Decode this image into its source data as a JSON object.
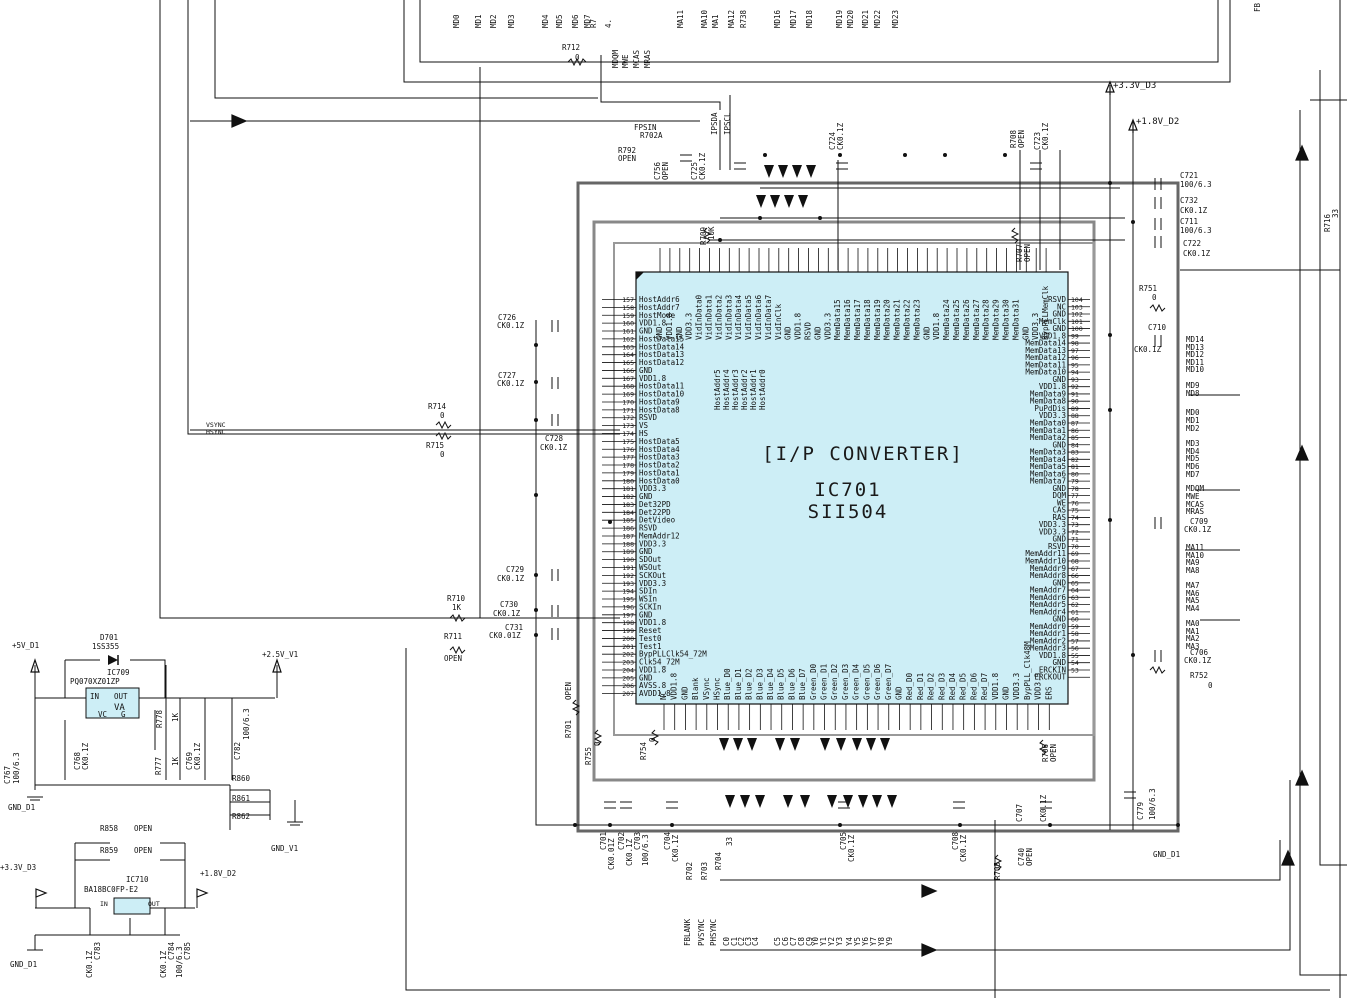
{
  "chip": {
    "title": "[I/P CONVERTER]",
    "ref": "IC701",
    "part": "SII504",
    "body_color": "#cdeef6",
    "pins_left_numbers": [
      "157",
      "158",
      "159",
      "160",
      "161",
      "162",
      "163",
      "164",
      "165",
      "166",
      "167",
      "168",
      "169",
      "170",
      "171",
      "172",
      "173",
      "174",
      "175",
      "176",
      "177",
      "178",
      "179",
      "180",
      "181",
      "182",
      "183",
      "184",
      "185",
      "186",
      "187",
      "188",
      "189",
      "190",
      "191",
      "192",
      "193",
      "194",
      "195",
      "196",
      "197",
      "198",
      "199",
      "200",
      "201",
      "202",
      "203",
      "204",
      "205",
      "206",
      "207",
      "208"
    ],
    "pins_left": [
      "HostAddr6",
      "HostAddr7",
      "HostMode",
      "VDD1.8",
      "GND",
      "HostData15",
      "HostData14",
      "HostData13",
      "HostData12",
      "GND",
      "VDD1.8",
      "HostData11",
      "HostData10",
      "HostData9",
      "HostData8",
      "RSVD",
      "VS",
      "HS",
      "HostData5",
      "HostData4",
      "HostData3",
      "HostData2",
      "HostData1",
      "HostData0",
      "VDD3.3",
      "GND",
      "Det32PD",
      "Det22PD",
      "DetVideo",
      "RSVD",
      "MemAddr12",
      "VDD3.3",
      "GND",
      "SDOut",
      "WSOut",
      "SCKOut",
      "VDD3.3",
      "SDIn",
      "WSIn",
      "SCKIn",
      "GND",
      "VDD1.8",
      "Reset",
      "Test0",
      "Test1",
      "BypPLLClk54_72M",
      "Clk54_72M",
      "VDD1.8",
      "GND",
      "AVSS.8",
      "AVDD1.8"
    ],
    "pins_right_numbers": [
      "104",
      "103",
      "102",
      "101",
      "100",
      "99",
      "98",
      "97",
      "96",
      "95",
      "94",
      "93",
      "92",
      "91",
      "90",
      "89",
      "88",
      "87",
      "86",
      "85",
      "84",
      "83",
      "82",
      "81",
      "80",
      "79",
      "78",
      "77",
      "76",
      "75",
      "74",
      "73",
      "72",
      "71",
      "70",
      "69",
      "68",
      "67",
      "66",
      "65",
      "64",
      "63",
      "62",
      "61",
      "60",
      "59",
      "58",
      "57",
      "56",
      "55",
      "54",
      "53"
    ],
    "pins_right": [
      "RSVD",
      "NC",
      "GND",
      "MemClk",
      "GND",
      "VDD1.8",
      "MemData14",
      "MemData13",
      "MemData12",
      "MemData11",
      "MemData10",
      "GND",
      "VDD1.8",
      "MemData9",
      "MemData8",
      "PuPdDis",
      "VDD3.3",
      "MemData0",
      "MemData1",
      "MemData2",
      "GND",
      "MemData3",
      "MemData4",
      "MemData5",
      "MemData6",
      "MemData7",
      "GND",
      "DQM",
      "WE",
      "CAS",
      "RAS",
      "VDD3.3",
      "VDD3.3",
      "GND",
      "RSVD",
      "MemAddr11",
      "MemAddr10",
      "MemAddr9",
      "MemAddr8",
      "GND",
      "MemAddr7",
      "MemAddr6",
      "MemAddr5",
      "MemAddr4",
      "GND",
      "MemAddr0",
      "MemAddr1",
      "MemAddr2",
      "MemAddr3",
      "VDD1.8",
      "GND",
      "ERCKIN",
      "ERCKOUT"
    ],
    "pins_top": [
      "GND",
      "VDD1.8",
      "GND",
      "VDD3.3",
      "VidInData0",
      "VidInData1",
      "VidInData2",
      "VidInData3",
      "VidInData4",
      "VidInData5",
      "VidInData6",
      "VidInData7",
      "VidInClk",
      "GND",
      "VDD1.8",
      "RSVD",
      "GND",
      "VDD3.3",
      "MemData15",
      "MemData16",
      "MemData17",
      "MemData18",
      "MemData19",
      "MemData20",
      "MemData21",
      "MemData22",
      "MemData23",
      "GND",
      "VDD1.8",
      "MemData24",
      "MemData25",
      "MemData26",
      "MemData27",
      "MemData28",
      "MemData29",
      "MemData30",
      "MemData31",
      "GND",
      "VDD3.3",
      "BypPLLMemClk"
    ],
    "pins_top_inner": [
      "HostAddr5",
      "HostAddr4",
      "HostAddr3",
      "HostAddr2",
      "HostAddr1",
      "HostAddr0"
    ],
    "pins_bottom": [
      "NC",
      "VDD1.8",
      "GND",
      "Blank",
      "VSync",
      "HSync",
      "Blue_D0",
      "Blue_D1",
      "Blue_D2",
      "Blue_D3",
      "Blue_D4",
      "Blue_D5",
      "Blue_D6",
      "Blue_D7",
      "Green_D0",
      "Green_D1",
      "Green_D2",
      "Green_D3",
      "Green_D4",
      "Green_D5",
      "Green_D6",
      "Green_D7",
      "GND",
      "Red_D0",
      "Red_D1",
      "Red_D2",
      "Red_D3",
      "Red_D4",
      "Red_D5",
      "Red_D6",
      "Red_D7",
      "VDD1.8",
      "GND",
      "VDD3.3",
      "BypPLL_Clk48M",
      "VDD3.3",
      "ERS"
    ]
  },
  "top_bus": [
    "MD0",
    "MD1",
    "MD2",
    "MD3",
    "MD4",
    "MD5",
    "MD6",
    "MD7",
    "R7",
    "4.",
    "MA11",
    "MA10",
    "MA1",
    "MA12",
    "R738",
    "MD16",
    "MD17",
    "MD18",
    "MD19",
    "MD20",
    "MD21",
    "MD22",
    "MD23"
  ],
  "mem_ctrl": [
    "MDQM",
    "MWE",
    "MCAS",
    "MRAS"
  ],
  "host_ctrl": [
    "IPSDA",
    "IPSCL"
  ],
  "right_labels": [
    "MD14",
    "MD13",
    "MD12",
    "MD11",
    "MD10",
    "MD9",
    "MD8",
    "MD0",
    "MD1",
    "MD2",
    "MD3",
    "MD4",
    "MD5",
    "MD6",
    "MD7",
    "MDQM",
    "MWE",
    "MCAS",
    "MRAS",
    "MA11",
    "MA10",
    "MA9",
    "MA8",
    "MA7",
    "MA6",
    "MA5",
    "MA4",
    "MA0",
    "MA1",
    "MA2",
    "MA3"
  ],
  "power_rails": {
    "d3": "+3.3V_D3",
    "d2": "+1.8V_D2",
    "d1": "+5V_D1",
    "v1": "+2.5V_V1",
    "gnd_d1": "GND_D1",
    "gnd_v1": "GND_V1"
  },
  "components": {
    "c721": "C721",
    "c721v": "100/6.3",
    "c732": "C732",
    "c732v": "CK0.1Z",
    "c711": "C711",
    "c711v": "100/6.3",
    "c722": "C722",
    "c722v": "CK0.1Z",
    "c724": "C724",
    "c724v": "CK0.1Z",
    "c723": "C723",
    "c723v": "CK0.1Z",
    "c725": "C725",
    "c725v": "CK0.1Z",
    "c756": "C756",
    "c756v": "OPEN",
    "r712": "R712",
    "r712v": "0",
    "r792": "R792",
    "r792v": "OPEN",
    "fpsin": "FPSIN",
    "r702": "R702A",
    "r708": "R708",
    "r708v": "OPEN",
    "r709": "R709",
    "r709v": "10K",
    "r707": "R707",
    "r707v": "OPEN",
    "r751": "R751",
    "r751v": "0",
    "c710": "C710",
    "c710v": "CK0.1Z",
    "c709": "C709",
    "c709v": "CK0.1Z",
    "c706": "C706",
    "c706v": "CK0.1Z",
    "r752": "R752",
    "r752v": "0",
    "c726": "C726",
    "c726v": "CK0.1Z",
    "c727": "C727",
    "c727v": "CK0.1Z",
    "r714": "R714",
    "r714v": "0",
    "r715": "R715",
    "r715v": "0",
    "c728": "C728",
    "c728v": "CK0.1Z",
    "vsync": "VSYNC",
    "hsync": "HSYNC",
    "c729": "C729",
    "c729v": "CK0.1Z",
    "c730": "C730",
    "c730v": "CK0.1Z",
    "c731": "C731",
    "c731v": "CK0.01Z",
    "r710": "R710",
    "r710v": "1K",
    "r711": "R711",
    "r711v": "OPEN",
    "r701": "R701",
    "r701v": "OPEN",
    "r755": "R755",
    "r755v": "0",
    "r754": "R754",
    "r754v": "0",
    "c701": "C701",
    "c701v": "CK0.01Z",
    "c702": "C702",
    "c702v": "CK0.1Z",
    "c703": "C703",
    "c703v": "100/6.3",
    "c704": "C704",
    "c704v": "CK0.1Z",
    "c705": "C705",
    "c705v": "CK0.1Z",
    "c708": "C708",
    "c708v": "CK0.1Z",
    "c707": "C707",
    "c707v": "CK0.1Z",
    "c779": "C779",
    "c779v": "100/6.3",
    "r705": "R705",
    "c740": "C740",
    "c740v": "OPEN",
    "r706": "R706",
    "r706v": "OPEN",
    "r716": "R716",
    "r716v": "33",
    "r702b": "R702",
    "r703": "R703",
    "r704": "R704",
    "r704v": "33",
    "d701": "D701",
    "d701v": "1SS355",
    "ic709": "IC709",
    "ic709v": "PQ070XZ01ZP",
    "c767": "C767",
    "c767v": "100/6.3",
    "c768": "C768",
    "c768v": "CK0.1Z",
    "r778": "R778",
    "r778v": "1K",
    "r777": "R777",
    "r777v": "1K",
    "c769": "C769",
    "c769v": "CK0.1Z",
    "c782": "C782",
    "c782v": "100/6.3",
    "r860": "R860",
    "r861": "R861",
    "r862": "R862",
    "r858": "R858",
    "r858v": "OPEN",
    "r859": "R859",
    "r859v": "OPEN",
    "ic710": "IC710",
    "ic710v": "BA18BC0FP-E2",
    "c783": "C783",
    "c783v": "CK0.1Z",
    "c784": "C784",
    "c784v": "CK0.1Z",
    "c785": "C785",
    "c785v": "100/6.3",
    "reg_in": "IN",
    "reg_out": "OUT",
    "reg_va": "VA",
    "reg_vc": "VC",
    "reg_g": "G",
    "fb": "FB"
  },
  "bottom_signals": [
    "FBLANK",
    "PVSYNC",
    "PHSYNC",
    "C0",
    "C1",
    "C2",
    "C3",
    "C4",
    "C5",
    "C6",
    "C7",
    "C8",
    "C9",
    "Y0",
    "Y1",
    "Y2",
    "Y3",
    "Y4",
    "Y5",
    "Y6",
    "Y7",
    "Y8",
    "Y9"
  ]
}
